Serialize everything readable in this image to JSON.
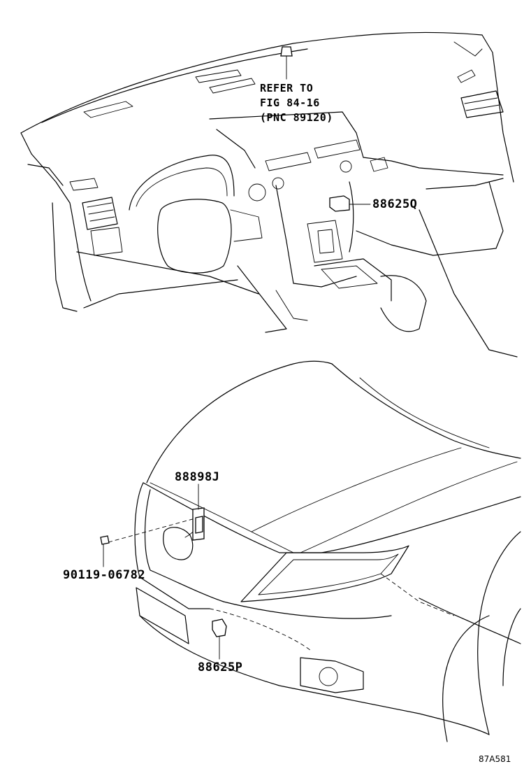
{
  "callouts": {
    "refer_line1": "REFER TO",
    "refer_line2": "FIG 84-16",
    "refer_line3": "(PNC 89120)",
    "part_88625Q": "88625Q",
    "part_88898J": "88898J",
    "part_90119": "90119-06782",
    "part_88625P": "88625P"
  },
  "figure_code": "87A581"
}
